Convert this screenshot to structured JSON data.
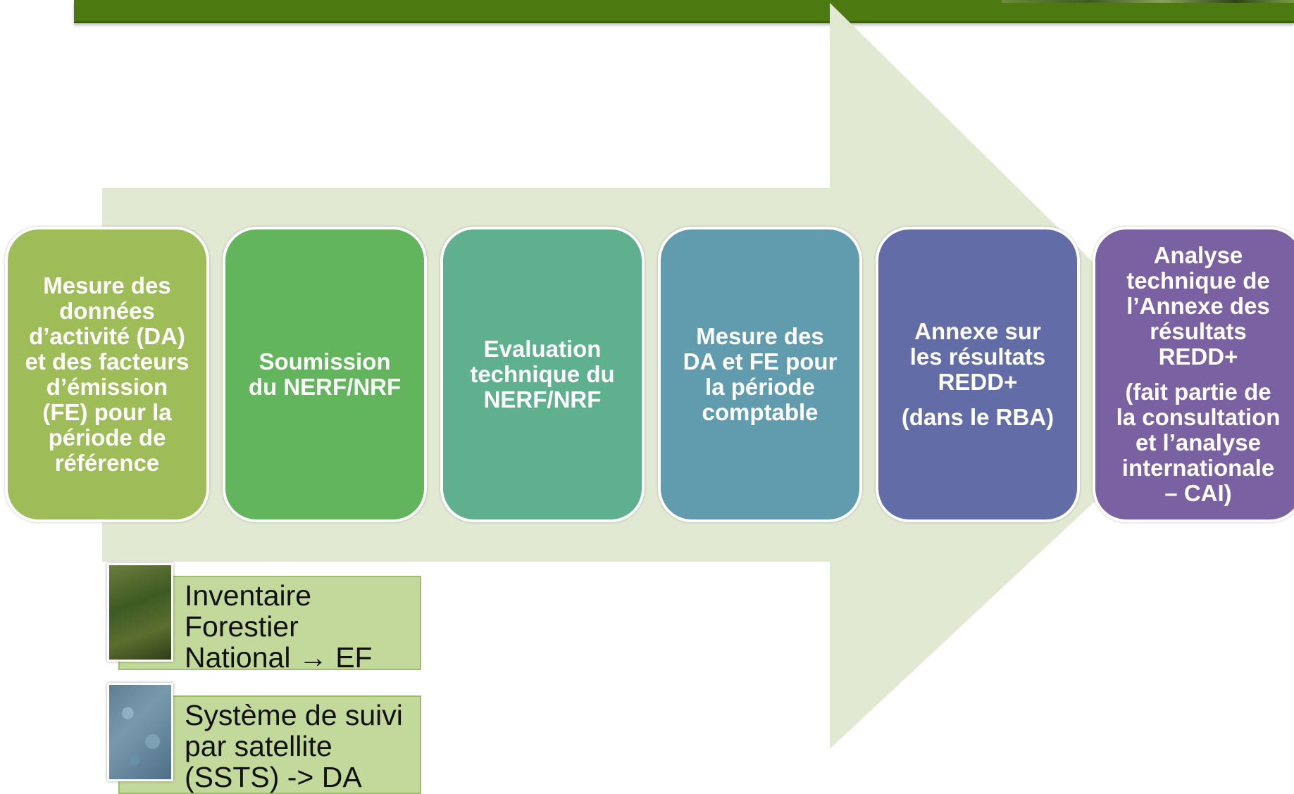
{
  "steps": [
    {
      "text": "Mesure des\ndonnées\nd’activité (DA)\net des facteurs\nd’émission\n(FE) pour la\npériode de\nréférence",
      "sub": ""
    },
    {
      "text": "Soumission\ndu NERF/NRF",
      "sub": ""
    },
    {
      "text": "Evaluation\ntechnique du\nNERF/NRF",
      "sub": ""
    },
    {
      "text": "Mesure des\nDA et FE pour\nla période\ncomptable",
      "sub": ""
    },
    {
      "text": "Annexe sur\nles résultats\nREDD+",
      "sub": "(dans le RBA)"
    },
    {
      "text": "Analyse\ntechnique de\nl’Annexe des\nrésultats\nREDD+",
      "sub": "(fait partie de\nla consultation\net l’analyse\ninternationale\n– CAI)"
    }
  ],
  "notes": [
    {
      "text": "Inventaire\nForestier\nNational → EF"
    },
    {
      "text": "Système de suivi\npar satellite\n(SSTS) -> DA"
    }
  ],
  "colors": {
    "arrow": "#e1e9d3",
    "header": "#4d7a10",
    "step_1": "#9ebc58",
    "step_2": "#62b55c",
    "step_3": "#5fb08f",
    "step_4": "#619cae",
    "step_5": "#626da8",
    "step_6": "#7a62a2",
    "note": "#c3d99c"
  }
}
